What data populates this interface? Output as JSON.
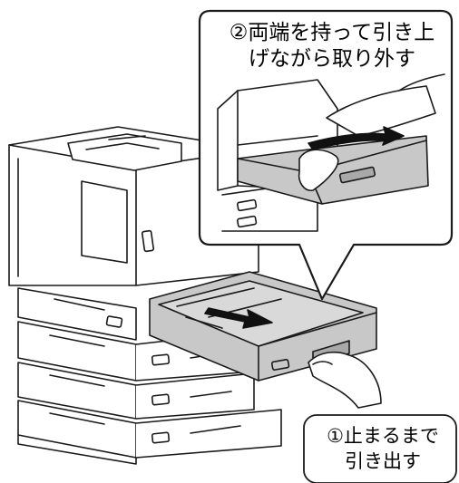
{
  "callouts": {
    "step2": {
      "line1": "②両端を持って引き上",
      "line2": "げながら取り外す"
    },
    "step1": {
      "line1": "①止まるまで",
      "line2": "引き出す"
    }
  },
  "colors": {
    "tray_fill": "#c8c8c8",
    "tray_dark": "#a9a9a9",
    "outline": "#1a1a1a",
    "arrow": "#111111",
    "background": "#ffffff"
  }
}
